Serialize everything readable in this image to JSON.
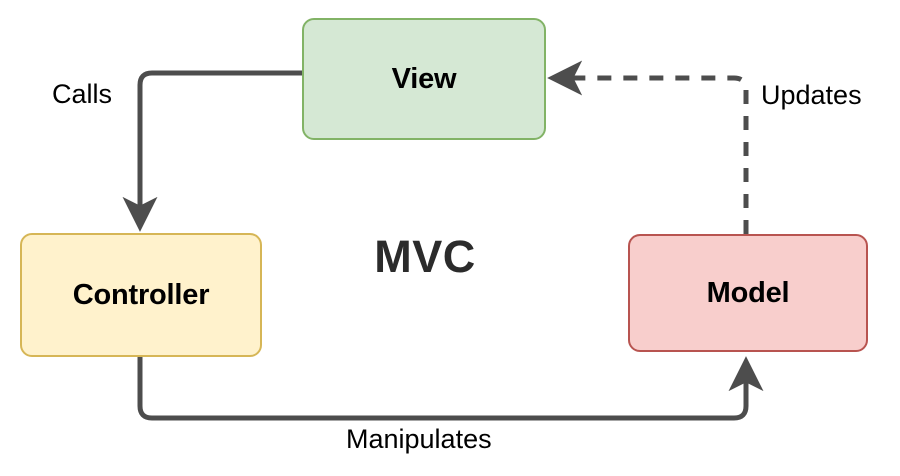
{
  "diagram": {
    "title": "MVC",
    "background_color": "#ffffff",
    "nodes": [
      {
        "id": "view",
        "label": "View",
        "fill": "#d5e8d4",
        "stroke": "#82b366"
      },
      {
        "id": "controller",
        "label": "Controller",
        "fill": "#fff2cc",
        "stroke": "#d6b656"
      },
      {
        "id": "model",
        "label": "Model",
        "fill": "#f8cecc",
        "stroke": "#b85450"
      }
    ],
    "edges": [
      {
        "id": "calls",
        "label": "Calls",
        "from": "view",
        "to": "controller",
        "style": "solid",
        "stroke": "#4d4d4d"
      },
      {
        "id": "manipulates",
        "label": "Manipulates",
        "from": "controller",
        "to": "model",
        "style": "solid",
        "stroke": "#4d4d4d"
      },
      {
        "id": "updates",
        "label": "Updates",
        "from": "model",
        "to": "view",
        "style": "dashed",
        "stroke": "#4d4d4d"
      }
    ]
  }
}
